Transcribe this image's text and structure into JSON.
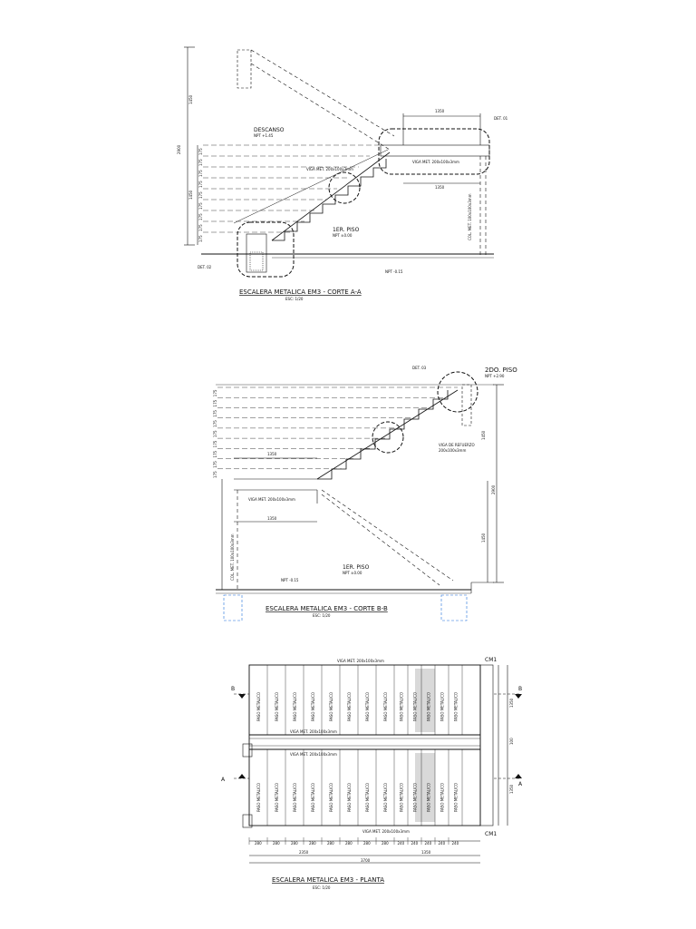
{
  "colors": {
    "line": "#111111",
    "footing": "#1e6fd9"
  },
  "section_aa": {
    "title": "ESCALERA METALICA EM3 - CORTE A-A",
    "scale": "ESC: 1/20",
    "descanso": {
      "label": "DESCANSO",
      "level": "NPT +1.45"
    },
    "first_floor": {
      "label": "1ER. PISO",
      "level": "NPT ±0.00"
    },
    "detail_tag": "DET. 01",
    "side_label": "DET. 02",
    "beam_labels": [
      "VIGA MET. 200x100x3mm",
      "VIGA MET. 200x100x3mm"
    ],
    "column_label": "COL. MET. 100x100x3mm",
    "dims": {
      "top": "1350",
      "bottom": "1350",
      "total_height": "2900",
      "upper": "1450",
      "lower": "1450"
    },
    "level_bottom": "NPT -0.15",
    "riser_marks": [
      "175",
      "175",
      "175",
      "175",
      "175",
      "175",
      "175",
      "175",
      "175"
    ]
  },
  "section_bb": {
    "title": "ESCALERA METALICA EM3 - CORTE B-B",
    "scale": "ESC: 1/20",
    "second_floor": {
      "label": "2DO. PISO",
      "level": "NPT +2.90"
    },
    "first_floor": {
      "label": "1ER. PISO",
      "level": "NPT ±0.00"
    },
    "detail_tag": "DET. 03",
    "bearing_label": [
      "VIGA DE REFUERZO",
      "200x100x3mm"
    ],
    "beam_label": "VIGA MET. 200x100x3mm",
    "column_label": "COL. MET. 100x100x3mm",
    "dims": {
      "landing_top": "1350",
      "landing_bottom": "1350",
      "upper": "1450",
      "lower": "1450",
      "total": "2900"
    },
    "level_bottom": "NPT -0.15",
    "riser_marks": [
      "175",
      "175",
      "175",
      "175",
      "175",
      "175",
      "175",
      "175",
      "175"
    ]
  },
  "plan": {
    "title": "ESCALERA METALICA EM3 - PLANTA",
    "scale": "ESC: 1/20",
    "column_tag": "CM1",
    "cut_letters": {
      "b": "B",
      "a": "A"
    },
    "beam_labels": [
      "VIGA MET. 200x100x3mm",
      "VIGA MET. 200x100x3mm",
      "VIGA MET. 200x100x3mm",
      "VIGA MET. 200x100x3mm"
    ],
    "tread_label": "PASO METALICO",
    "bottom_dims": [
      "280",
      "280",
      "280",
      "280",
      "280",
      "280",
      "280",
      "280",
      "240",
      "240",
      "240",
      "240",
      "240"
    ],
    "total_dims": {
      "left": "2350",
      "right": "1350",
      "overall": "3700"
    },
    "right_dims": [
      "1350",
      "100",
      "1350"
    ]
  }
}
